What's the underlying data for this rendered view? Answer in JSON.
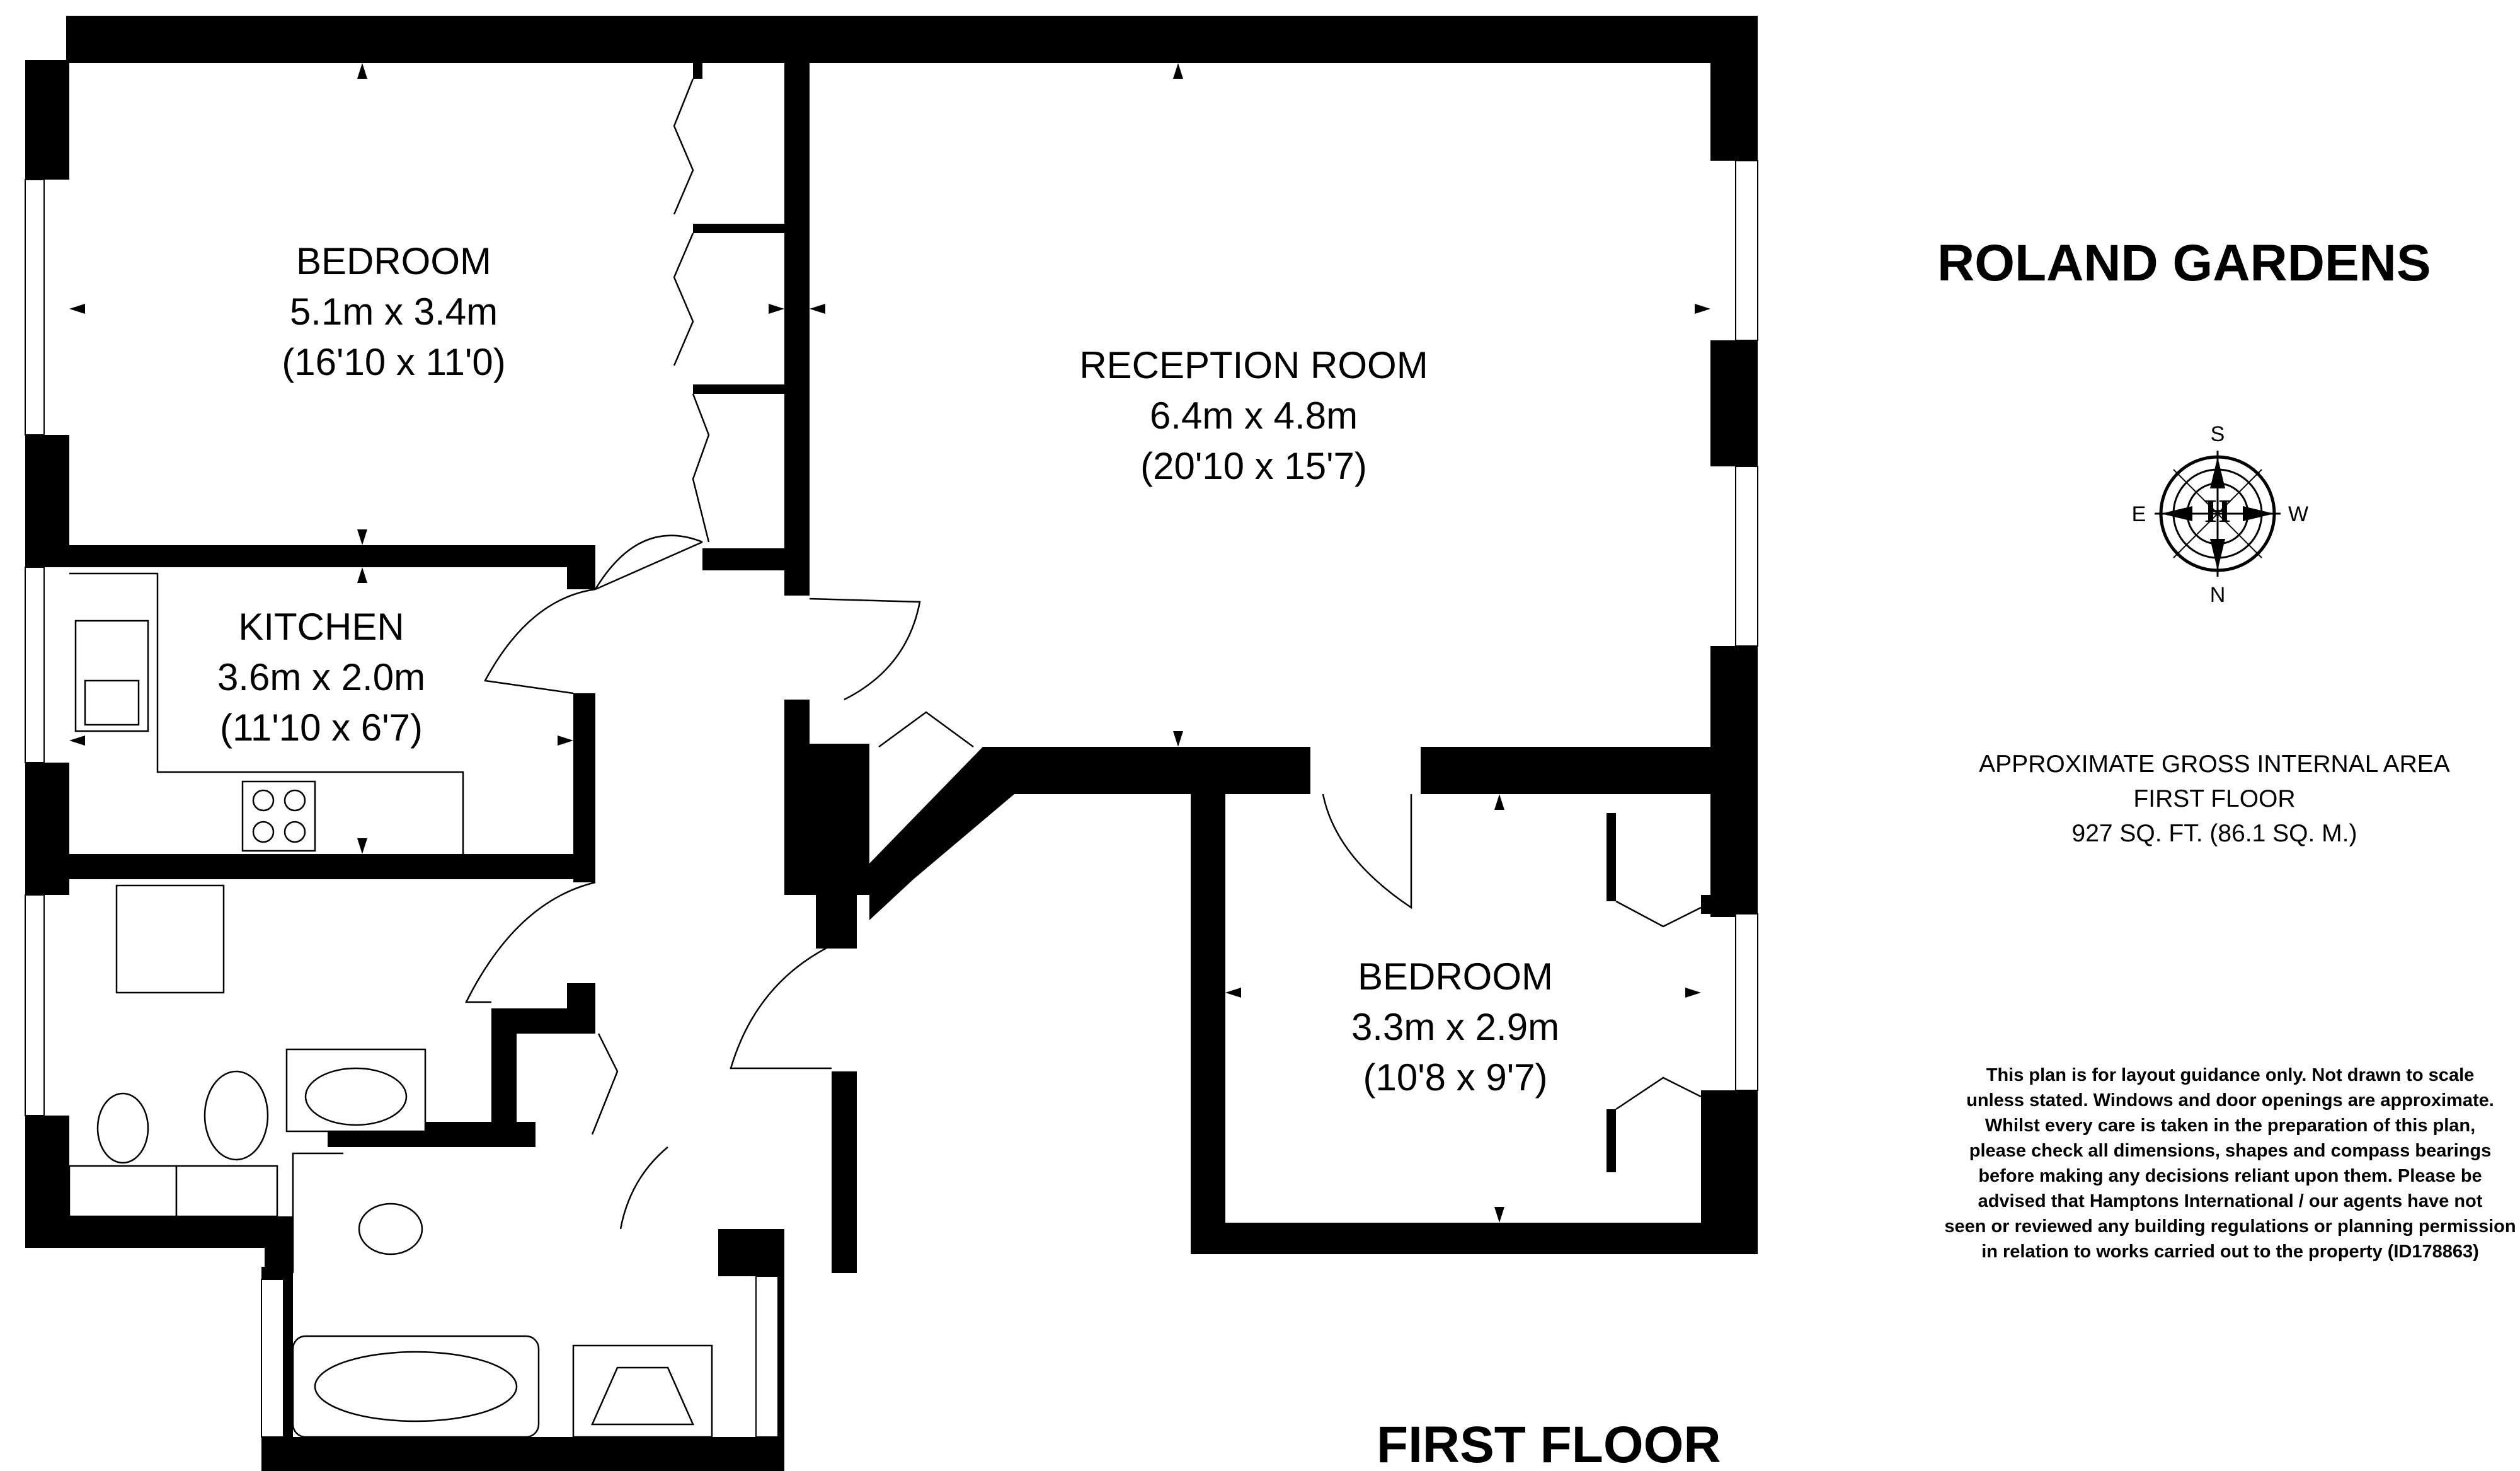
{
  "property": {
    "name": "ROLAND GARDENS"
  },
  "floor": {
    "label": "FIRST FLOOR"
  },
  "rooms": [
    {
      "id": "bedroom-1",
      "name": "BEDROOM",
      "metric": "5.1m x 3.4m",
      "imperial": "(16'10 x 11'0)"
    },
    {
      "id": "reception",
      "name": "RECEPTION ROOM",
      "metric": "6.4m x 4.8m",
      "imperial": "(20'10 x 15'7)"
    },
    {
      "id": "kitchen",
      "name": "KITCHEN",
      "metric": "3.6m x 2.0m",
      "imperial": "(11'10 x 6'7)"
    },
    {
      "id": "bedroom-2",
      "name": "BEDROOM",
      "metric": "3.3m x 2.9m",
      "imperial": "(10'8 x 9'7)"
    }
  ],
  "area": {
    "line1": "APPROXIMATE GROSS INTERNAL AREA",
    "line2": "FIRST FLOOR",
    "line3": "927 SQ. FT. (86.1 SQ. M.)"
  },
  "compass": {
    "top": "S",
    "right": "W",
    "bottom": "N",
    "left": "E",
    "center_logo": "H"
  },
  "disclaimer": [
    "This plan is for layout guidance only. Not drawn to scale",
    "unless stated. Windows and door openings are approximate.",
    "Whilst every care is taken in the preparation of this plan,",
    "please check all dimensions, shapes and compass bearings",
    "before making any decisions reliant upon them. Please be",
    "advised that Hamptons International / our agents have not",
    "seen or reviewed any building regulations or planning permission",
    "in relation to works carried out to the property (ID178863)"
  ]
}
